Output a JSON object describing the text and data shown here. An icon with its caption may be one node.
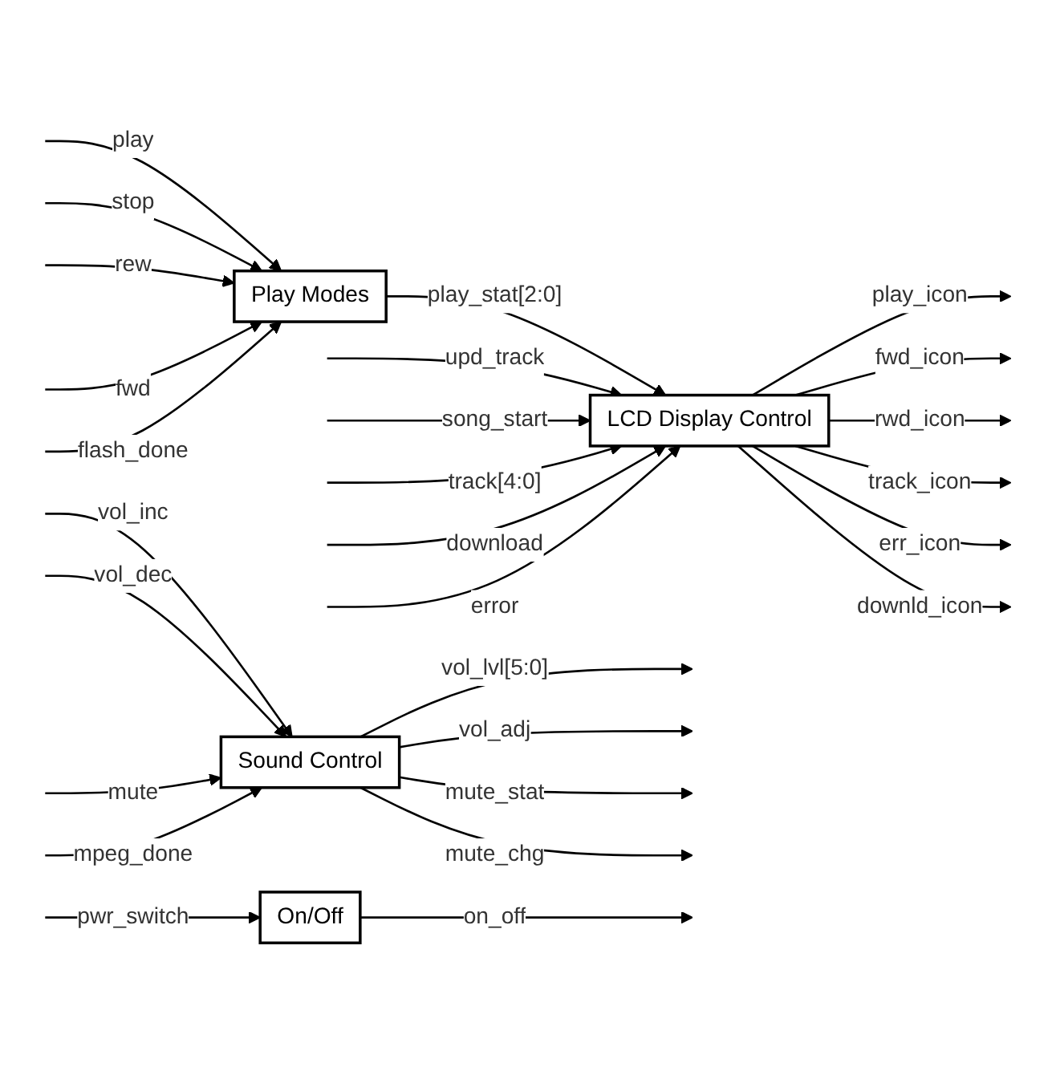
{
  "diagram": {
    "nodes": [
      {
        "text": [
          "Play Modes"
        ]
      },
      {
        "text": [
          "LCD Display Control"
        ]
      },
      {
        "text": [
          "Sound Control"
        ]
      },
      {
        "text": [
          "On/Off"
        ]
      }
    ],
    "edges": [
      {
        "from": 0,
        "to": 1,
        "arrow": "to",
        "label": "play_stat[2:0]"
      },
      {
        "from": null,
        "to": 0,
        "arrow": "to",
        "label": "play"
      },
      {
        "from": null,
        "to": 0,
        "arrow": "to",
        "label": "stop"
      },
      {
        "from": null,
        "to": 0,
        "arrow": "to",
        "label": "rew"
      },
      {
        "from": null,
        "to": 0,
        "arrow": "to",
        "label": "fwd"
      },
      {
        "from": null,
        "to": 0,
        "arrow": "to",
        "label": "flash_done"
      },
      {
        "from": 1,
        "to": null,
        "arrow": "to",
        "label": "play_icon"
      },
      {
        "from": 1,
        "to": null,
        "arrow": "to",
        "label": "fwd_icon"
      },
      {
        "from": 1,
        "to": null,
        "arrow": "to",
        "label": "rwd_icon"
      },
      {
        "from": 1,
        "to": null,
        "arrow": "to",
        "label": "track_icon"
      },
      {
        "from": 1,
        "to": null,
        "arrow": "to",
        "label": "err_icon"
      },
      {
        "from": 1,
        "to": null,
        "arrow": "to",
        "label": "downld_icon"
      },
      {
        "from": null,
        "to": 1,
        "arrow": "to",
        "label": "upd_track"
      },
      {
        "from": 2,
        "to": null,
        "arrow": "to",
        "label": "vol_lvl[5:0]"
      },
      {
        "from": null,
        "to": 2,
        "arrow": "to",
        "label": "vol_inc"
      },
      {
        "from": 2,
        "to": null,
        "arrow": "to",
        "label": "vol_adj"
      },
      {
        "from": null,
        "to": 2,
        "arrow": "to",
        "label": "vol_dec"
      },
      {
        "from": 2,
        "to": null,
        "arrow": "to",
        "label": "mute_stat"
      },
      {
        "from": null,
        "to": 2,
        "arrow": "to",
        "label": "mute"
      },
      {
        "from": null,
        "to": 2,
        "arrow": "to",
        "label": "mpeg_done"
      },
      {
        "from": 2,
        "to": null,
        "arrow": "to",
        "label": "mute_chg"
      },
      {
        "from": null,
        "to": 3,
        "arrow": "to",
        "label": "pwr_switch"
      },
      {
        "from": 3,
        "to": null,
        "arrow": "to",
        "label": "on_off"
      },
      {
        "from": null,
        "to": 1,
        "arrow": "to",
        "label": "song_start"
      },
      {
        "from": null,
        "to": 1,
        "arrow": "to",
        "label": "track[4:0]"
      },
      {
        "from": null,
        "to": 1,
        "arrow": "to",
        "label": "download"
      },
      {
        "from": null,
        "to": 1,
        "arrow": "to",
        "label": "error"
      }
    ]
  }
}
